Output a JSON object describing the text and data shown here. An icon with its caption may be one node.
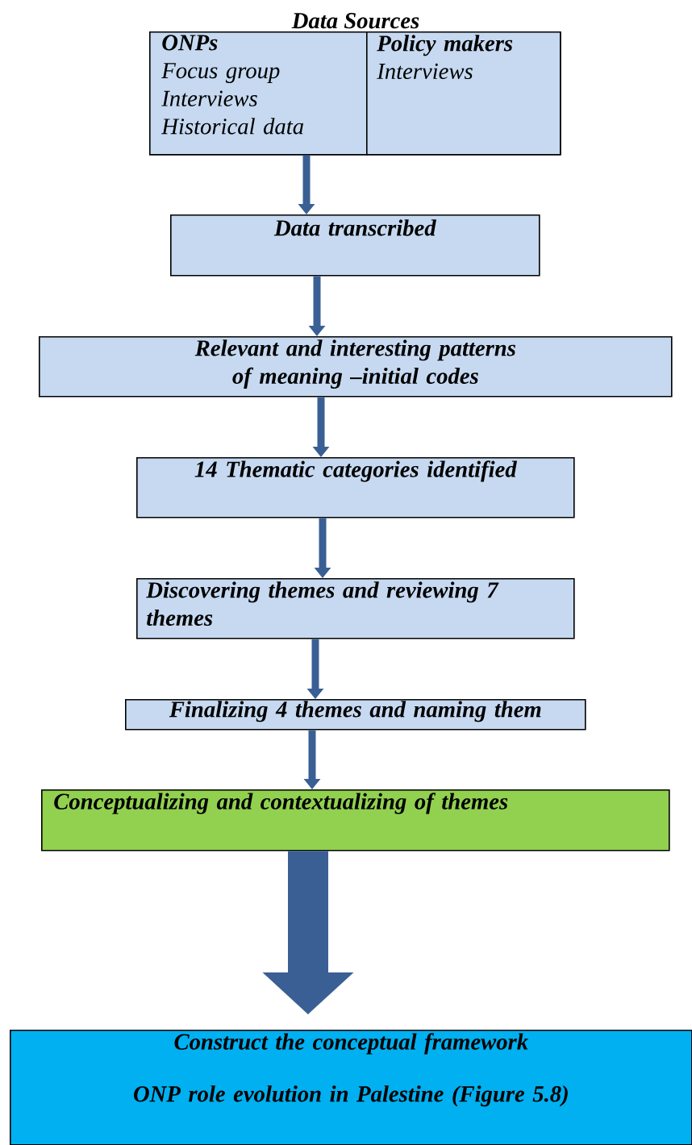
{
  "diagram": {
    "nodes": [
      {
        "text": [
          "Data Sources"
        ]
      },
      {
        "text": [
          "ONPs",
          "Focus group",
          "Interviews",
          "Historical data"
        ],
        "in": 0
      },
      {
        "text": [
          "Policy makers",
          "Interviews"
        ],
        "in": 0
      },
      {
        "text": [
          "Data transcribed"
        ]
      },
      {
        "text": [
          "Relevant and interesting patterns of meaning –initial codes"
        ]
      },
      {
        "text": [
          "14 Thematic categories identified"
        ]
      },
      {
        "text": [
          "Discovering themes and reviewing 7 themes"
        ]
      },
      {
        "text": [
          "Finalizing 4 themes and naming them"
        ]
      },
      {
        "text": [
          "Conceptualizing and contextualizing of themes"
        ]
      },
      {
        "text": [
          "Construct the conceptual framework",
          "ONP role evolution in Palestine (Figure 5.8)"
        ]
      }
    ],
    "edges": [
      {
        "from": 0,
        "to": 3,
        "arrow": "to"
      },
      {
        "from": 3,
        "to": 4,
        "arrow": "to"
      },
      {
        "from": 4,
        "to": 5,
        "arrow": "to"
      },
      {
        "from": 5,
        "to": 6,
        "arrow": "to"
      },
      {
        "from": 6,
        "to": 7,
        "arrow": "to"
      },
      {
        "from": 7,
        "to": 8,
        "arrow": "to"
      },
      {
        "from": 8,
        "to": 9,
        "arrow": "to",
        "style": "thick"
      }
    ]
  }
}
